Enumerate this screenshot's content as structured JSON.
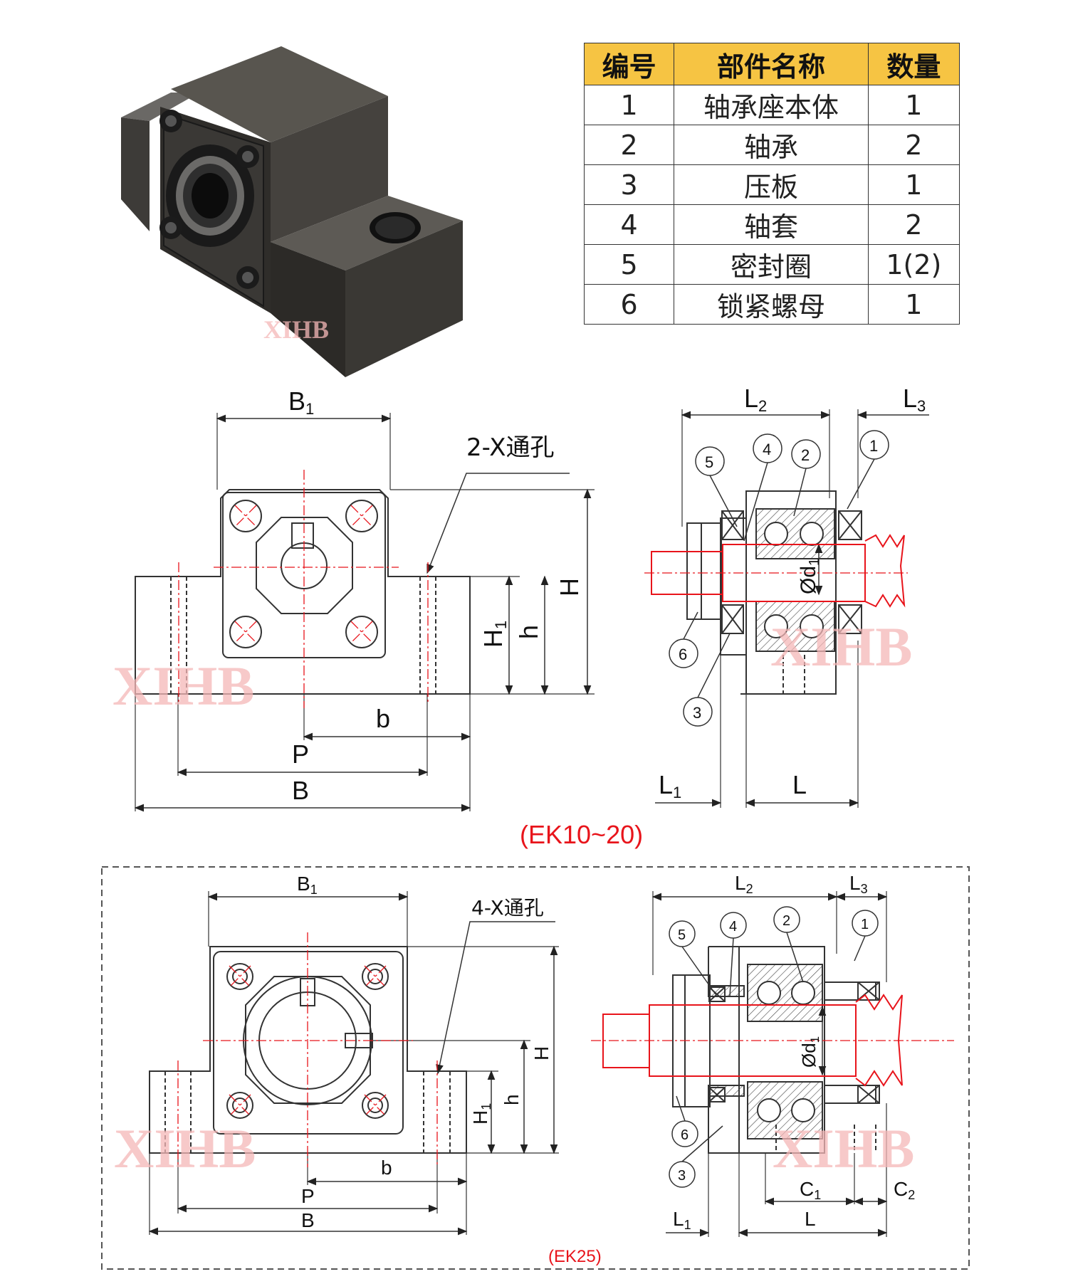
{
  "photo": {
    "watermark": "XIHB"
  },
  "table": {
    "headers": [
      "编号",
      "部件名称",
      "数量"
    ],
    "rows": [
      [
        "1",
        "轴承座本体",
        "1"
      ],
      [
        "2",
        "轴承",
        "2"
      ],
      [
        "3",
        "压板",
        "1"
      ],
      [
        "4",
        "轴套",
        "2"
      ],
      [
        "5",
        "密封圈",
        "1(2)"
      ],
      [
        "6",
        "锁紧螺母",
        "1"
      ]
    ]
  },
  "diagram1": {
    "caption": "(EK10~20)",
    "hole_note": "2-X通孔",
    "labels": {
      "B1": "B",
      "B1_sub": "1",
      "B": "B",
      "P": "P",
      "b": "b",
      "H": "H",
      "h": "h",
      "H1": "H",
      "H1_sub": "1",
      "L2": "L",
      "L2_sub": "2",
      "L3": "L",
      "L3_sub": "3",
      "L1": "L",
      "L1_sub": "1",
      "L": "L",
      "d1": "Ød",
      "d1_sub": "1"
    },
    "callouts": [
      "1",
      "2",
      "3",
      "4",
      "5",
      "6"
    ],
    "watermark": "XIHB"
  },
  "diagram2": {
    "caption": "(EK25)",
    "hole_note": "4-X通孔",
    "labels": {
      "B1": "B",
      "B1_sub": "1",
      "B": "B",
      "P": "P",
      "b": "b",
      "H": "H",
      "h": "h",
      "H1": "H",
      "H1_sub": "1",
      "L2": "L",
      "L2_sub": "2",
      "L3": "L",
      "L3_sub": "3",
      "L1": "L",
      "L1_sub": "1",
      "L": "L",
      "d1": "Ød",
      "d1_sub": "1",
      "C1": "C",
      "C1_sub": "1",
      "C2": "C",
      "C2_sub": "2"
    },
    "callouts": [
      "1",
      "2",
      "3",
      "4",
      "5",
      "6"
    ],
    "watermark": "XIHB"
  },
  "colors": {
    "header": "#f6c443",
    "red_lines": "#e8141b",
    "watermark": "#f5b8b8"
  }
}
